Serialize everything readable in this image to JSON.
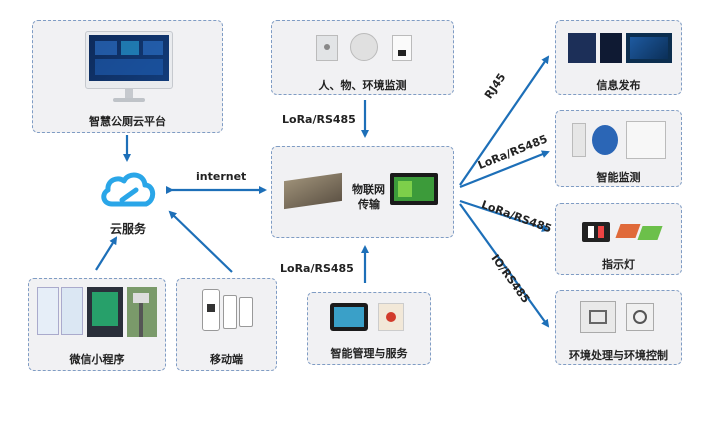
{
  "nodes": {
    "platform": "智慧公厕云平台",
    "cloud": "云服务",
    "miniprogram": "微信小程序",
    "mobile": "移动端",
    "sensing": "人、物、环境监测",
    "iot_line1": "物联网",
    "iot_line2": "传输",
    "mgmt": "智能管理与服务",
    "info": "信息发布",
    "monitor": "智能监测",
    "indicator": "指示灯",
    "env": "环境处理与环境控制"
  },
  "edges": {
    "internet": "internet",
    "lora_top": "LoRa/RS485",
    "lora_bottom": "LoRa/RS485",
    "rj45": "RJ45",
    "lora_monitor": "LoRa/RS485",
    "lora_indicator": "LoRa/RS485",
    "io_rs485": "IO/RS485"
  },
  "colors": {
    "arrow": "#1d6fb8",
    "box_border": "#7f9cc4",
    "box_fill": "#f1f1f3",
    "cloud": "#2aa6e8"
  }
}
